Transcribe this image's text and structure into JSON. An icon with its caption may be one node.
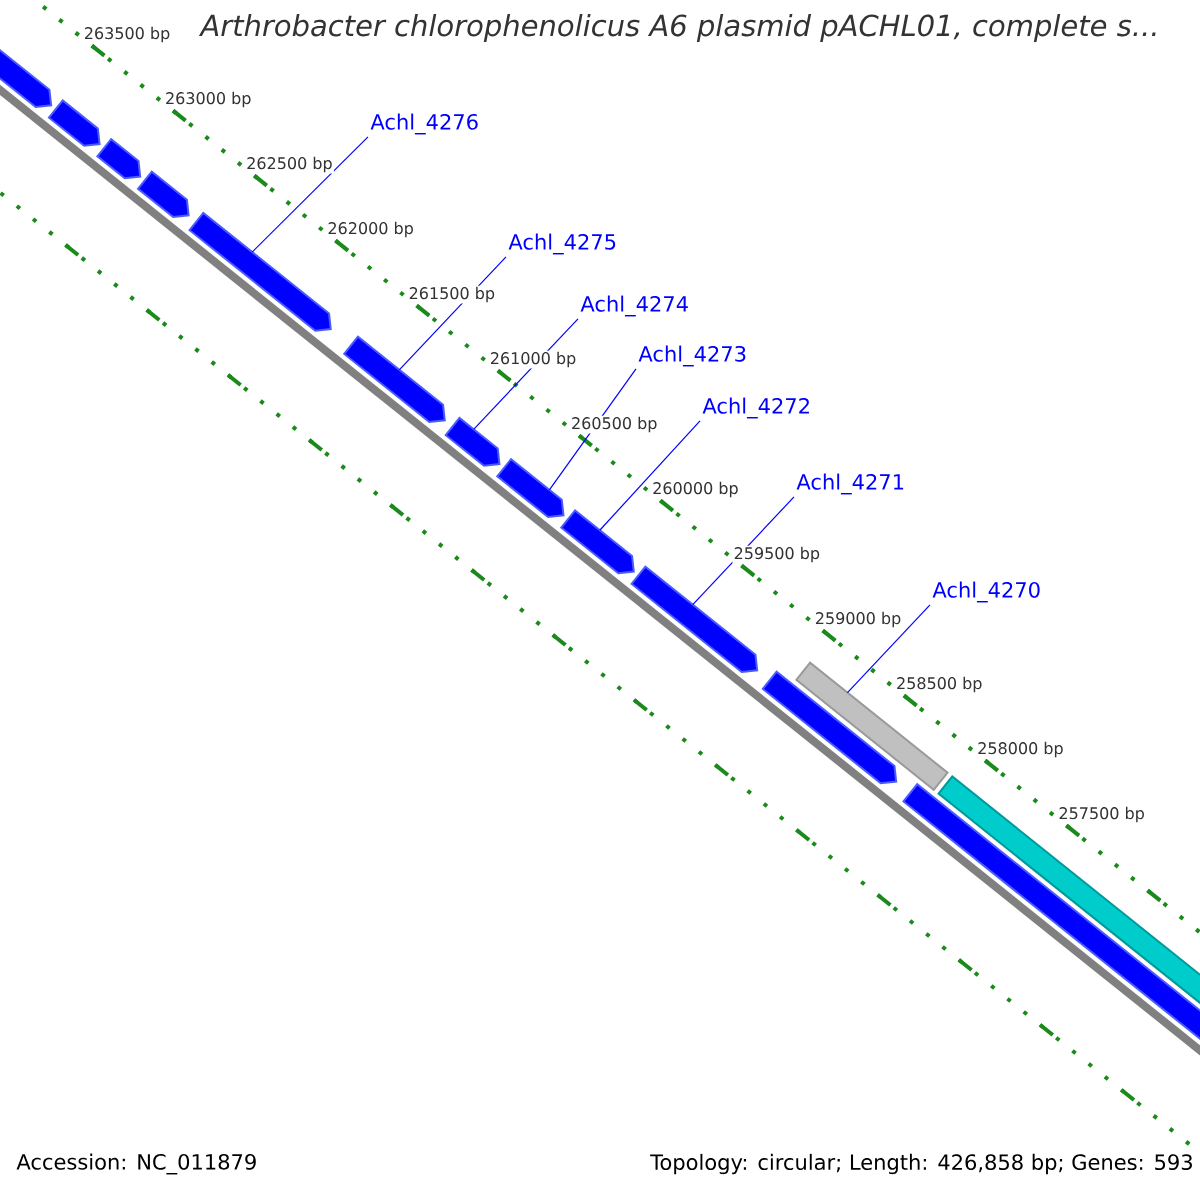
{
  "diagram": {
    "title": "Arthrobacter chlorophenolicus A6 plasmid pACHL01, complete s...",
    "nodes": [
      {
        "text": [],
        "shape": "bar"
      },
      {
        "text": [],
        "shape": "bar"
      },
      {
        "text": [],
        "shape": "bar"
      },
      {
        "text": [],
        "shape": "bar"
      },
      {
        "text": [],
        "shape": "bar"
      },
      {
        "text": [],
        "shape": "bar"
      },
      {
        "text": [],
        "shape": "bar"
      },
      {
        "text": [],
        "shape": "bar"
      },
      {
        "text": [],
        "shape": "bar"
      },
      {
        "text": [],
        "shape": "bar"
      },
      {
        "text": [],
        "shape": "bar"
      },
      {
        "text": [],
        "shape": "bar"
      },
      {
        "text": [],
        "shape": "bar"
      },
      {
        "text": [],
        "shape": "bar"
      },
      {
        "text": [
          "Achl_4276"
        ]
      },
      {
        "text": [
          "Achl_4275"
        ]
      },
      {
        "text": [
          "Achl_4274"
        ]
      },
      {
        "text": [
          "Achl_4273"
        ]
      },
      {
        "text": [
          "Achl_4272"
        ]
      },
      {
        "text": [
          "Achl_4271"
        ]
      },
      {
        "text": [
          "Achl_4270"
        ]
      }
    ],
    "edges": [
      {
        "from": 14,
        "to": 4,
        "arrow": "none"
      },
      {
        "from": 15,
        "to": 5,
        "arrow": "none"
      },
      {
        "from": 16,
        "to": 6,
        "arrow": "none"
      },
      {
        "from": 17,
        "to": 7,
        "arrow": "none"
      },
      {
        "from": 18,
        "to": 8,
        "arrow": "none"
      },
      {
        "from": 19,
        "to": 9,
        "arrow": "none"
      },
      {
        "from": 20,
        "to": 11,
        "arrow": "none"
      }
    ],
    "labels": [
      "263500 bp",
      "263000 bp",
      "262500 bp",
      "262000 bp",
      "261500 bp",
      "261000 bp",
      "260500 bp",
      "260000 bp",
      "259500 bp",
      "259000 bp",
      "258500 bp",
      "258000 bp",
      "257500 bp",
      "Accession: NC_011879",
      "Topology: circular; Length: 426,858 bp; Genes: 593"
    ]
  }
}
